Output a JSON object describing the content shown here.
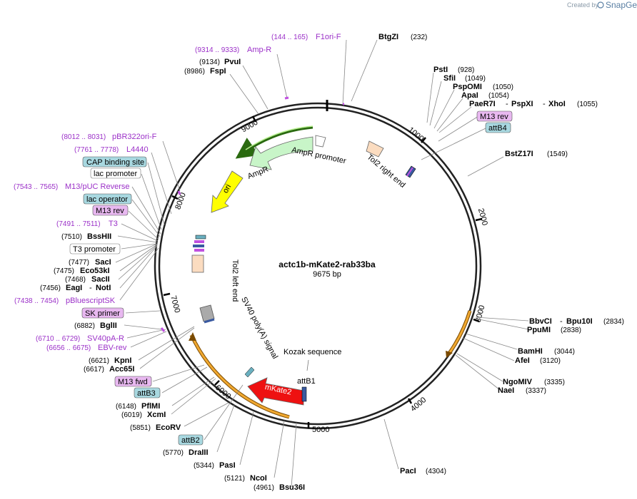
{
  "branding": {
    "created_by": "Created by",
    "app_name": "SnapGene"
  },
  "plasmid": {
    "name": "actc1b-mKate2-rab33ba",
    "size": "9675 bp"
  },
  "colors": {
    "feature_text": "#9b30c8",
    "box_blue": "#a8d8e0",
    "box_purple": "#e8b8f0",
    "ampr": "#c8f5c8",
    "ori": "#ffff00",
    "mkate2": "#ee1111",
    "tol2": "#fbdcc0",
    "orange": "#f0a830"
  },
  "ticks": {
    "t1000": "1000",
    "t2000": "2000",
    "t3000": "3000",
    "t4000": "4000",
    "t5000": "5000",
    "t6000": "6000",
    "t7000": "7000",
    "t8000": "8000",
    "t9000": "9000"
  },
  "map_labels": {
    "ampr": "AmpR",
    "ampr_promoter": "AmpR promoter",
    "ori": "ori",
    "tol2_right": "Tol2 right end",
    "tol2_left": "Tol2 left end",
    "sv40": "SV40 poly(A) signal",
    "kozak": "Kozak sequence",
    "attb1": "attB1",
    "mkate2": "mKate2"
  },
  "sites_left": [
    {
      "coord": "(144 .. 165)",
      "name": "F1ori-F",
      "type": "feat"
    },
    {
      "coord": "(9314 .. 9333)",
      "name": "Amp-R",
      "type": "feat"
    },
    {
      "coord": "(9134)",
      "name": "PvuI",
      "type": "enz"
    },
    {
      "coord": "(8986)",
      "name": "FspI",
      "type": "enz"
    },
    {
      "coord": "(8012 .. 8031)",
      "name": "pBR322ori-F",
      "type": "feat"
    },
    {
      "coord": "(7761 .. 7778)",
      "name": "L4440",
      "type": "feat"
    },
    {
      "coord": "",
      "name": "CAP binding site",
      "type": "blue"
    },
    {
      "coord": "",
      "name": "lac promoter",
      "type": "white"
    },
    {
      "coord": "(7543 .. 7565)",
      "name": "M13/pUC Reverse",
      "type": "feat"
    },
    {
      "coord": "",
      "name": "lac operator",
      "type": "blue"
    },
    {
      "coord": "",
      "name": "M13 rev",
      "type": "purple"
    },
    {
      "coord": "(7491 .. 7511)",
      "name": "T3",
      "type": "feat"
    },
    {
      "coord": "(7510)",
      "name": "BssHII",
      "type": "enz"
    },
    {
      "coord": "",
      "name": "T3 promoter",
      "type": "white"
    },
    {
      "coord": "(7477)",
      "name": "SacI",
      "type": "enz"
    },
    {
      "coord": "(7475)",
      "name": "Eco53kI",
      "type": "enz"
    },
    {
      "coord": "(7468)",
      "name": "SacII",
      "type": "enz"
    },
    {
      "coord": "(7456)",
      "name": "EagI",
      "type": "enz",
      "extra": "NotI"
    },
    {
      "coord": "(7438 .. 7454)",
      "name": "pBluescriptSK",
      "type": "feat"
    },
    {
      "coord": "",
      "name": "SK primer",
      "type": "purple"
    },
    {
      "coord": "(6882)",
      "name": "BglII",
      "type": "enz"
    },
    {
      "coord": "(6710 .. 6729)",
      "name": "SV40pA-R",
      "type": "feat"
    },
    {
      "coord": "(6656 .. 6675)",
      "name": "EBV-rev",
      "type": "feat"
    },
    {
      "coord": "(6621)",
      "name": "KpnI",
      "type": "enz"
    },
    {
      "coord": "(6617)",
      "name": "Acc65I",
      "type": "enz"
    },
    {
      "coord": "",
      "name": "M13 fwd",
      "type": "purple"
    },
    {
      "coord": "",
      "name": "attB3",
      "type": "blue"
    },
    {
      "coord": "(6148)",
      "name": "PflMI",
      "type": "enz"
    },
    {
      "coord": "(6019)",
      "name": "XcmI",
      "type": "enz"
    },
    {
      "coord": "(5851)",
      "name": "EcoRV",
      "type": "enz"
    },
    {
      "coord": "",
      "name": "attB2",
      "type": "blue"
    },
    {
      "coord": "(5770)",
      "name": "DraIII",
      "type": "enz"
    },
    {
      "coord": "(5344)",
      "name": "PasI",
      "type": "enz"
    },
    {
      "coord": "(5121)",
      "name": "NcoI",
      "type": "enz"
    },
    {
      "coord": "(4961)",
      "name": "Bsu36I",
      "type": "enz"
    }
  ],
  "sites_right": [
    {
      "name": "BtgZI",
      "coord": "(232)"
    },
    {
      "name": "PstI",
      "coord": "(928)"
    },
    {
      "name": "SfiI",
      "coord": "(1049)"
    },
    {
      "name": "PspOMI",
      "coord": "(1050)"
    },
    {
      "name": "ApaI",
      "coord": "(1054)"
    },
    {
      "name": "PaeR7I",
      "coord": "",
      "extra1": "PspXI",
      "extra2": "XhoI",
      "coord2": "(1055)"
    },
    {
      "name": "M13 rev",
      "box": "purple"
    },
    {
      "name": "attB4",
      "box": "blue"
    },
    {
      "name": "BstZ17I",
      "coord": "(1549)"
    },
    {
      "name": "BbvCI",
      "coord": "",
      "extra1": "Bpu10I",
      "coord2": "(2834)"
    },
    {
      "name": "PpuMI",
      "coord": "(2838)"
    },
    {
      "name": "BamHI",
      "coord": "(3044)"
    },
    {
      "name": "AfeI",
      "coord": "(3120)"
    },
    {
      "name": "NgoMIV",
      "coord": "(3335)"
    },
    {
      "name": "NaeI",
      "coord": "(3337)"
    },
    {
      "name": "PacI",
      "coord": "(4304)"
    }
  ]
}
